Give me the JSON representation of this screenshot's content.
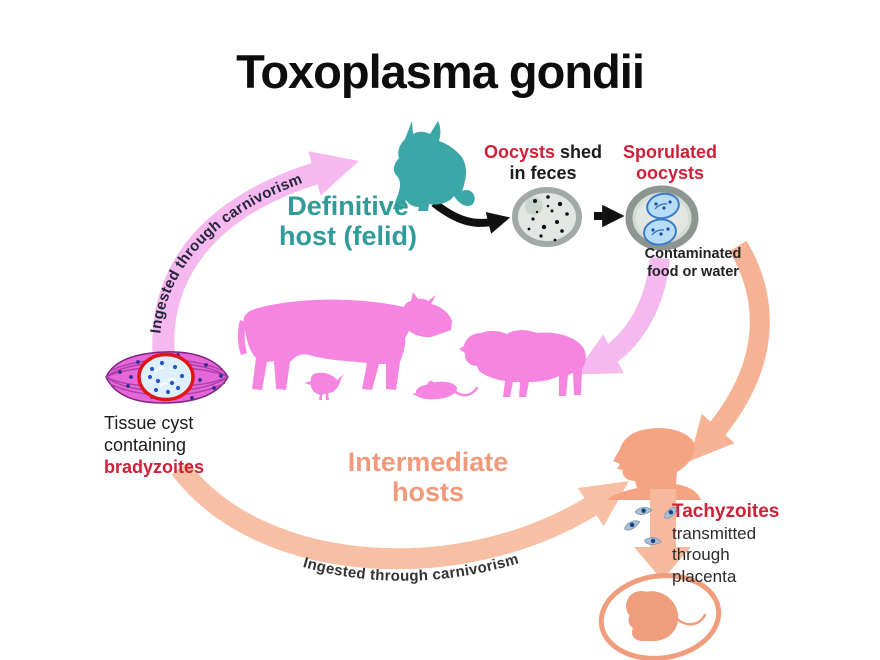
{
  "title": "Toxoplasma gondii",
  "labels": {
    "definitive_host_line1": "Definitive",
    "definitive_host_line2": "host (felid)",
    "oocysts_word": "Oocysts",
    "oocysts_rest": " shed",
    "oocysts_line2": "in feces",
    "sporulated_line1": "Sporulated",
    "sporulated_line2": "oocysts",
    "contaminated_line1": "Contaminated",
    "contaminated_line2": "food or water",
    "tissue_line1": "Tissue cyst",
    "tissue_line2": "containing",
    "tissue_emphasis": "bradyzoites",
    "intermediate_line1": "Intermediate",
    "intermediate_line2": "hosts",
    "tachyzoites_word": "Tachyzoites",
    "tachyzoites_line2": "transmitted",
    "tachyzoites_line3": "through",
    "tachyzoites_line4": "placenta",
    "arrow_top": "Ingested through carnivorism",
    "arrow_bottom": "Ingested through carnivorism"
  },
  "colors": {
    "teal_cat": "#3ba7a7",
    "teal_text": "#2f9b9b",
    "pink_arrow": "#f5b9ef",
    "pink_animals": "#f585e0",
    "salmon_arrow": "#f5b294",
    "salmon_arrow_bottom": "#f7bfa3",
    "salmon_text": "#f0997b",
    "human_head": "#f4a482",
    "fetus": "#f09d7d",
    "red_text": "#d01f36",
    "black_text": "#1b1b1b",
    "muscle_magenta": "#e567d8",
    "cyst_blue": "#dceffb",
    "oocyst_gray": "#a2aaa7",
    "sporocyst_blue": "#b7ddf6"
  },
  "icons": [
    "cat-silhouette",
    "cow-silhouette",
    "sheep-silhouette",
    "bird-silhouette",
    "mouse-silhouette",
    "human-head-silhouette",
    "fetus-in-womb-icon",
    "unsporulated-oocyst-icon",
    "sporulated-oocyst-icon",
    "tissue-cyst-icon",
    "tachyzoite-icon",
    "curved-arrow"
  ]
}
